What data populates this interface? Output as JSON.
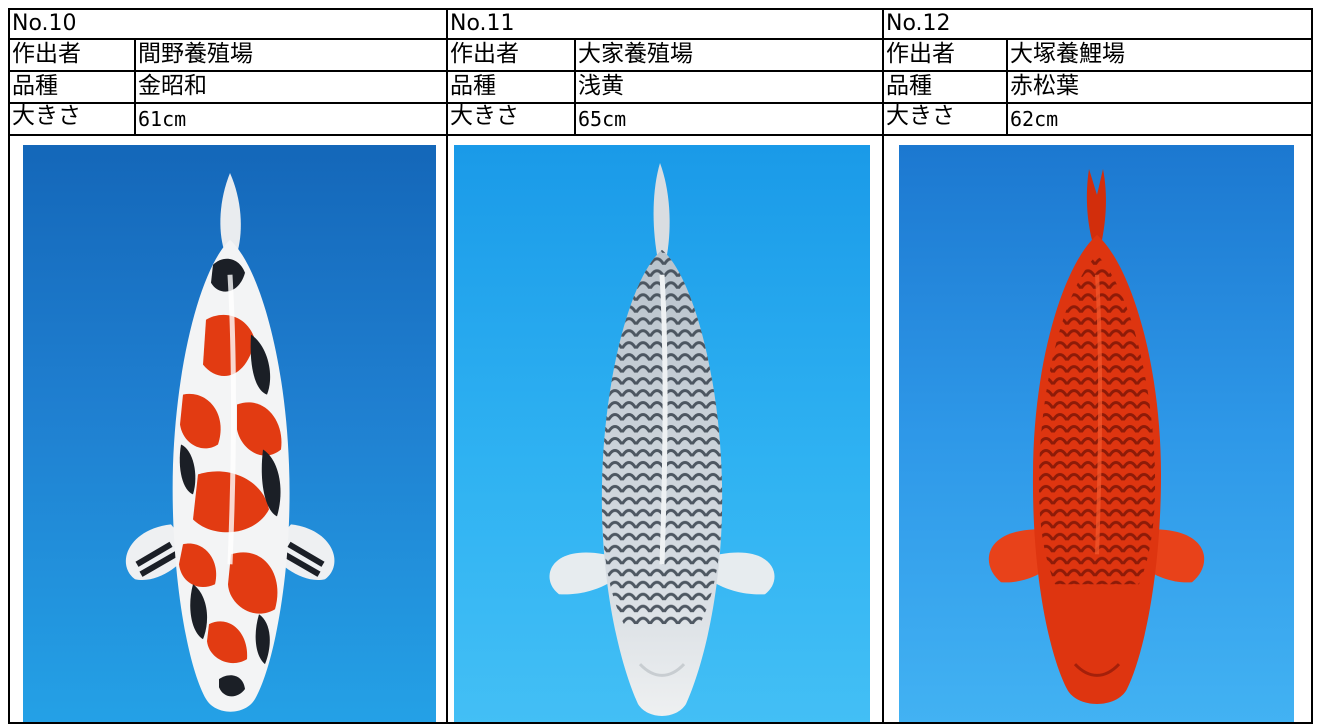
{
  "entries": [
    {
      "number": "No.10",
      "producer_label": "作出者",
      "producer": "間野養殖場",
      "variety_label": "品種",
      "variety": "金昭和",
      "size_label": "大きさ",
      "size": "61cm"
    },
    {
      "number": "No.11",
      "producer_label": "作出者",
      "producer": "大家養殖場",
      "variety_label": "品種",
      "variety": "浅黄",
      "size_label": "大きさ",
      "size": "65cm"
    },
    {
      "number": "No.12",
      "producer_label": "作出者",
      "producer": "大塚養鯉場",
      "variety_label": "品種",
      "variety": "赤松葉",
      "size_label": "大きさ",
      "size": "62cm"
    }
  ],
  "colors": {
    "koi_red": "#e23b12",
    "koi_black": "#1b1f26",
    "koi_white": "#f3f4f5",
    "asagi_scale": "#56616d"
  }
}
